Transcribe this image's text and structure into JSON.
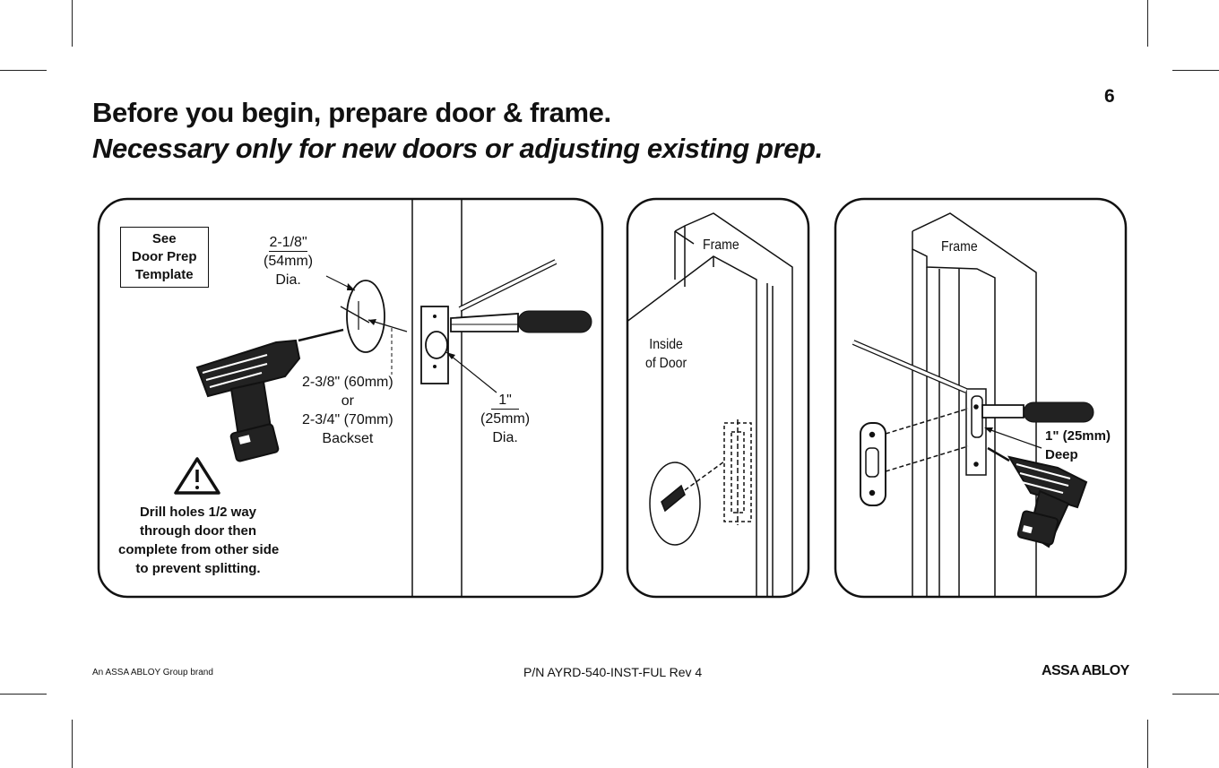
{
  "page": {
    "number": "6",
    "title": "Before you begin, prepare door & frame.",
    "subtitle": "Necessary only for new doors or adjusting existing prep."
  },
  "panel1": {
    "see_box": [
      "See",
      "Door Prep",
      "Template"
    ],
    "bore_dia": [
      "2-1/8\"",
      "(54mm)",
      "Dia."
    ],
    "backset": [
      "2-3/8\" (60mm)",
      "or",
      "2-3/4\" (70mm)",
      "Backset"
    ],
    "edge_dia": [
      "1\"",
      "(25mm)",
      "Dia."
    ],
    "warning": [
      "Drill holes 1/2 way",
      "through door then",
      "complete from other side",
      "to prevent splitting."
    ],
    "warning_icon": "warning-triangle-icon"
  },
  "panel2": {
    "frame_label": "Frame",
    "inside_label": [
      "Inside",
      "of Door"
    ]
  },
  "panel3": {
    "frame_label": "Frame",
    "depth_label": [
      "1\" (25mm)",
      "Deep"
    ]
  },
  "footer": {
    "brand_line": "An ASSA ABLOY Group brand",
    "part_number": "P/N AYRD-540-INST-FUL Rev 4",
    "logo": "ASSA ABLOY"
  },
  "colors": {
    "ink": "#111111",
    "background": "#ffffff"
  }
}
